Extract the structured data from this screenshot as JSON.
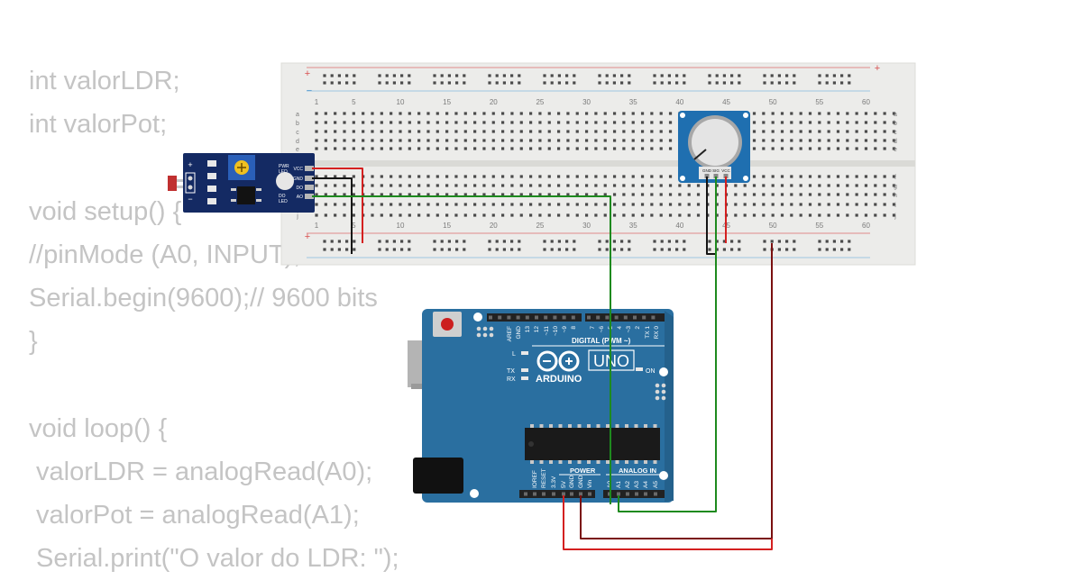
{
  "code": {
    "lines": [
      "int valorLDR;",
      "int valorPot;",
      "",
      "void setup() {",
      "//pinMode (A0, INPUT);",
      "Serial.begin(9600);// 9600 bits",
      "}",
      "",
      "void loop() {",
      " valorLDR = analogRead(A0);",
      " valorPot = analogRead(A1);",
      " Serial.print(\"O valor do LDR: \");"
    ]
  },
  "breadboard": {
    "column_numbers": [
      "1",
      "5",
      "10",
      "15",
      "20",
      "25",
      "30",
      "35",
      "40",
      "45",
      "50",
      "55",
      "60"
    ],
    "rows_top": [
      "a",
      "b",
      "c",
      "d",
      "e"
    ],
    "rows_bottom": [
      "f",
      "g",
      "h",
      "i",
      "j"
    ],
    "rail_plus": "+",
    "rail_minus": "−"
  },
  "ldr_module": {
    "pins": [
      "VCC",
      "GND",
      "DO",
      "AO"
    ],
    "led_pwr": [
      "PWR",
      "LED"
    ],
    "led_do": [
      "DO",
      "LED"
    ],
    "side_plus": "+",
    "side_minus": "−"
  },
  "potentiometer": {
    "pins": [
      "GND",
      "SIG",
      "VCC"
    ]
  },
  "arduino": {
    "brand": "ARDUINO",
    "model": "UNO",
    "digital_label": "DIGITAL (PWM ~)",
    "power_label": "POWER",
    "analog_label": "ANALOG IN",
    "on_label": "ON",
    "l_label": "L",
    "tx_label": "TX",
    "rx_label": "RX",
    "top_pins": [
      "AREF",
      "GND",
      "13",
      "12",
      "~11",
      "~10",
      "~9",
      "8",
      "7",
      "~6",
      "~5",
      "4",
      "~3",
      "2",
      "TX 1",
      "RX 0"
    ],
    "power_pins": [
      "IOREF",
      "RESET",
      "3.3V",
      "5V",
      "GND",
      "GND",
      "Vin"
    ],
    "analog_pins": [
      "A0",
      "A1",
      "A2",
      "A3",
      "A4",
      "A5"
    ]
  },
  "colors": {
    "wire_red": "#d42020",
    "wire_black": "#151515",
    "wire_green": "#1e8a1e",
    "wire_darkred": "#7a1010",
    "arduino_blue": "#2a6fa0",
    "module_blue": "#142a63",
    "pot_blue": "#1f6fb0",
    "code_gray": "#c4c4c4"
  }
}
